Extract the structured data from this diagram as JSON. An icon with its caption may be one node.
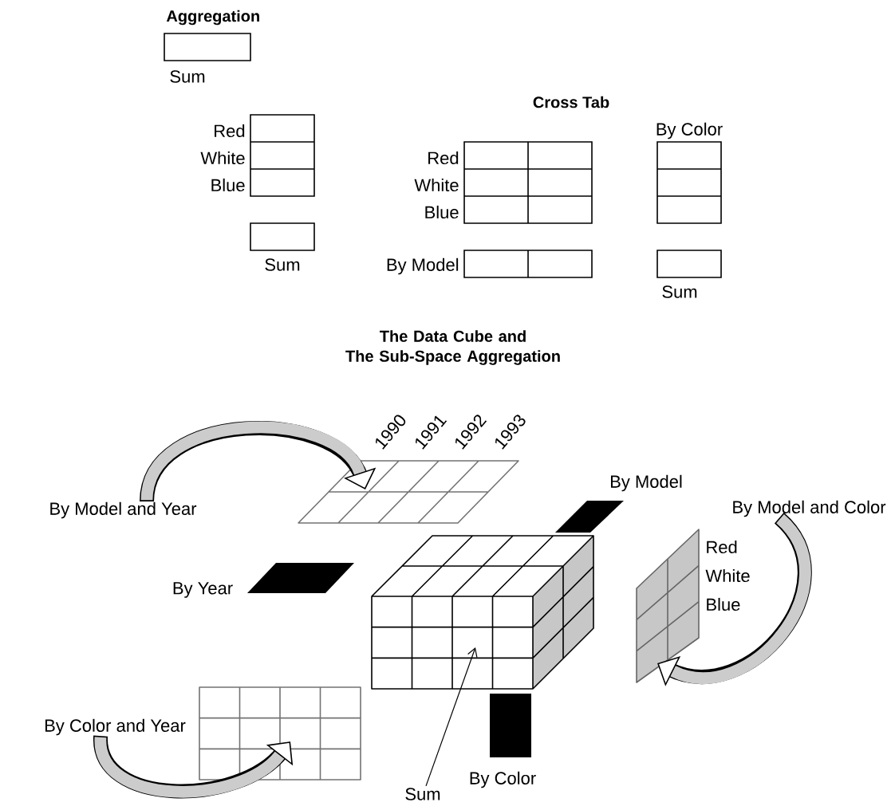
{
  "diagram": {
    "nodes": [
      {
        "text": [
          "By Model and Year"
        ]
      },
      {
        "text": [],
        "shape": "grid",
        "beside": [
          "1990",
          "1991",
          "1992",
          "1993"
        ]
      },
      {
        "text": [
          "By Model and Color"
        ]
      },
      {
        "text": [],
        "shape": "grid",
        "beside": [
          "Red",
          "White",
          "Blue"
        ]
      },
      {
        "text": [
          "By Color and Year"
        ]
      },
      {
        "text": [],
        "shape": "grid"
      },
      {
        "text": [
          "Sum"
        ]
      },
      {
        "text": [],
        "shape": "cube"
      }
    ],
    "edges": [
      {
        "from": 0,
        "to": 1,
        "arrow": "to"
      },
      {
        "from": 2,
        "to": 3,
        "arrow": "to"
      },
      {
        "from": 4,
        "to": 5,
        "arrow": "to"
      },
      {
        "from": 6,
        "to": 7,
        "arrow": "to"
      }
    ],
    "labels": [
      "Aggregation",
      "Sum",
      "Red",
      "White",
      "Blue",
      "Sum",
      "Cross Tab",
      "By Color",
      "Red",
      "White",
      "Blue",
      "By Model",
      "Sum",
      "The Data Cube and The Sub-Space Aggregation",
      "By Model",
      "By Year",
      "By Color"
    ]
  }
}
